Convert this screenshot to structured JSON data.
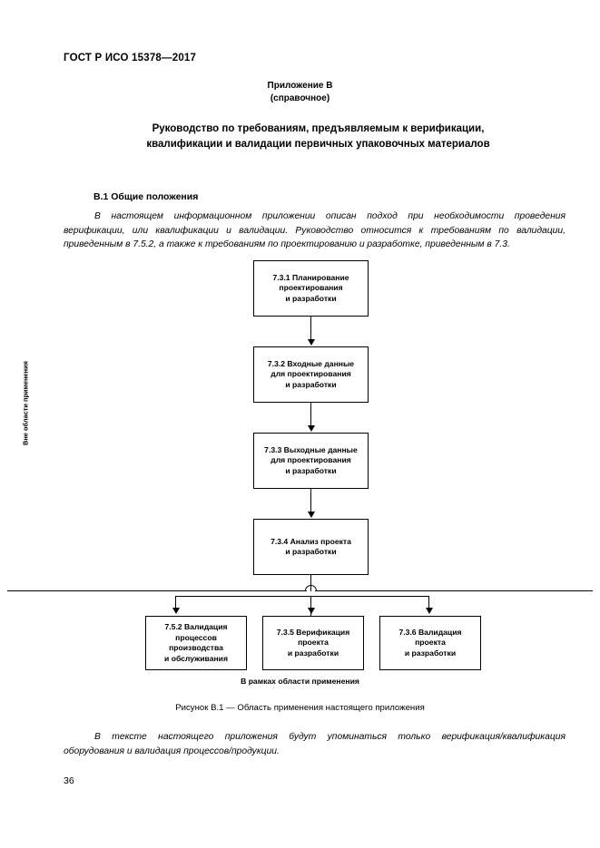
{
  "document": {
    "header": "ГОСТ Р ИСО 15378—2017",
    "page_number": "36"
  },
  "annex": {
    "label": "Приложение В",
    "kind": "(справочное)",
    "title_line_1": "Руководство по требованиям, предъявляемым к верификации,",
    "title_line_2": "квалификации и валидации первичных упаковочных материалов"
  },
  "section": {
    "heading": "В.1 Общие положения",
    "intro_paragraph": "В настоящем информационном приложении описан подход при необходимости проведения верификации, или квалификации и валидации. Руководство относится к требованиям по валидации, приведенным в 7.5.2, а также к требованиям по проектированию и разработке, приведенным в 7.3.",
    "outro_paragraph": "В тексте настоящего приложения будут упоминаться только верификация/квалификация оборудования и валидация процессов/продукции."
  },
  "figure": {
    "caption": "Рисунок В.1 — Область применения настоящего приложения",
    "scope_label_outside": "Вне области применения",
    "scope_label_inside": "В рамках области применения",
    "boxes": {
      "planning": {
        "line_1": "7.3.1 Планирование",
        "line_2": "проектирования",
        "line_3": "и разработки"
      },
      "design_input": {
        "line_1": "7.3.2 Входные данные",
        "line_2": "для проектирования",
        "line_3": "и разработки"
      },
      "design_output": {
        "line_1": "7.3.3 Выходные данные",
        "line_2": "для проектирования",
        "line_3": "и разработки"
      },
      "design_review": {
        "line_1": "7.3.4 Анализ проекта",
        "line_2": "и разработки"
      },
      "process_validation": {
        "line_1": "7.5.2 Валидация",
        "line_2": "процессов",
        "line_3": "производства",
        "line_4": "и обслуживания"
      },
      "design_verification": {
        "line_1": "7.3.5 Верификация",
        "line_2": "проекта",
        "line_3": "и разработки"
      },
      "design_validation": {
        "line_1": "7.3.6 Валидация",
        "line_2": "проекта",
        "line_3": "и разработки"
      }
    }
  }
}
